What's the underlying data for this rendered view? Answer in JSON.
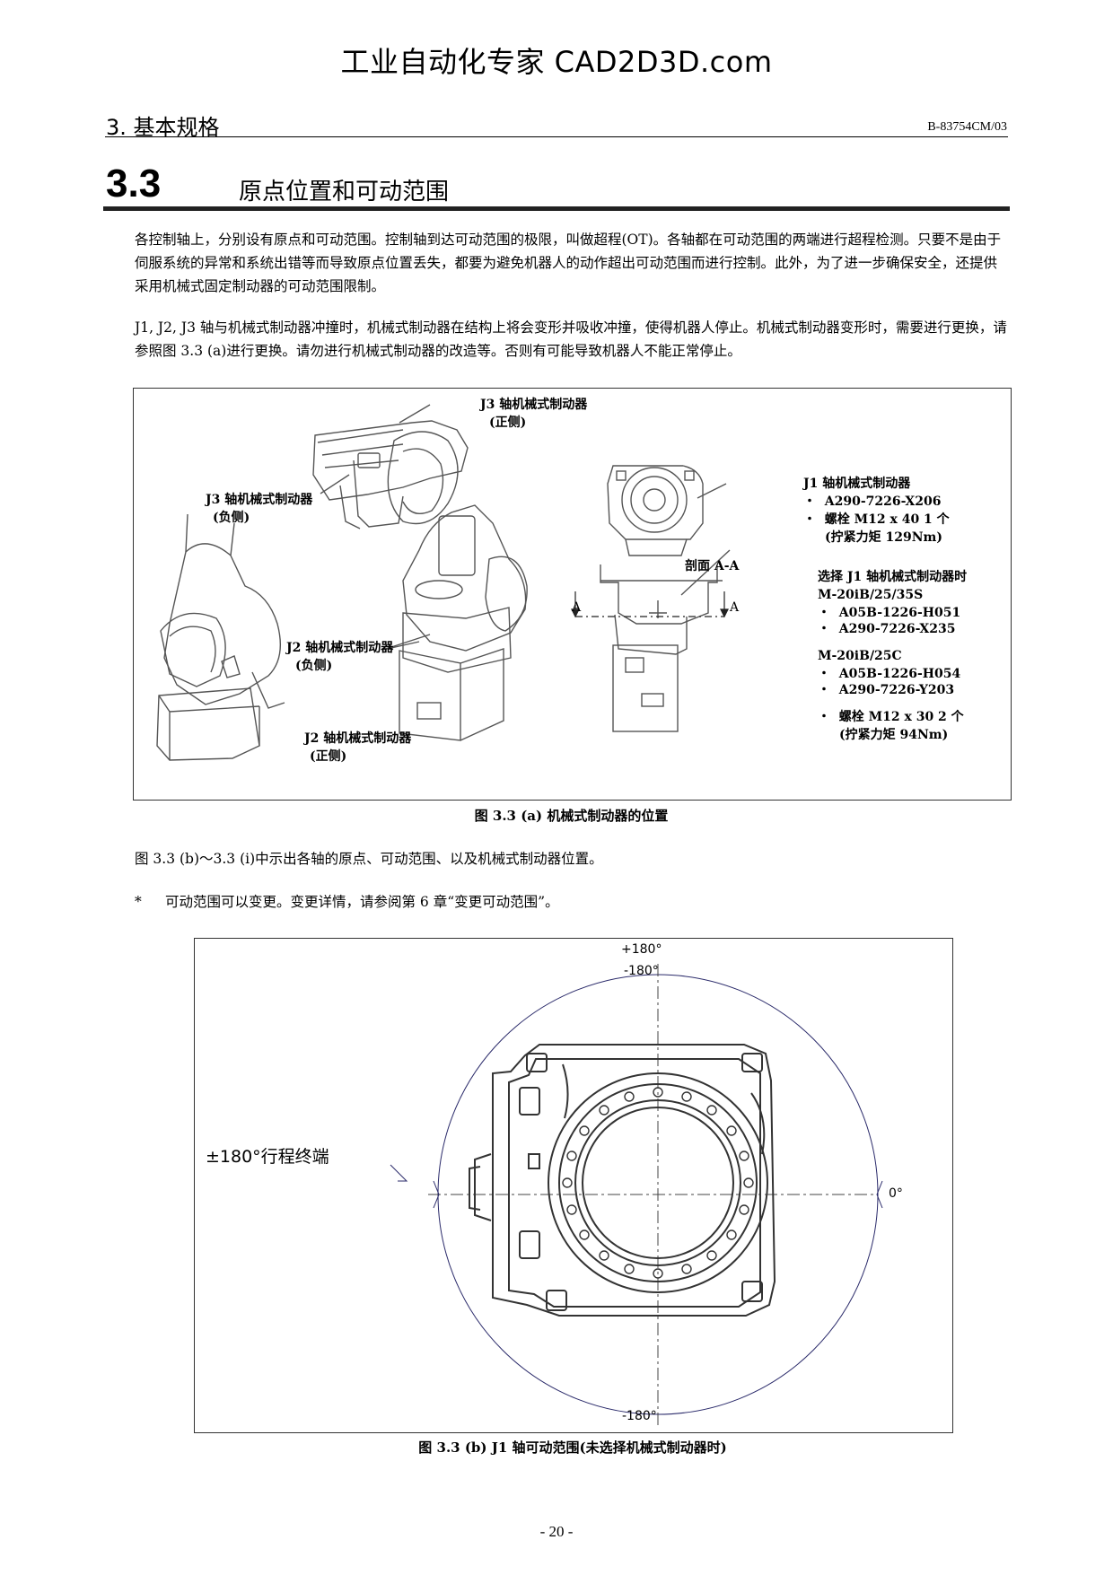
{
  "watermark": "工业自动化专家 CAD2D3D.com",
  "header": {
    "chapter": "3. 基本规格",
    "doc_no": "B-83754CM/03"
  },
  "section": {
    "number": "3.3",
    "title": "原点位置和可动范围"
  },
  "paragraphs": {
    "p1": "各控制轴上，分别设有原点和可动范围。控制轴到达可动范围的极限，叫做超程(OT)。各轴都在可动范围的两端进行超程检测。只要不是由于伺服系统的异常和系统出错等而导致原点位置丢失，都要为避免机器人的动作超出可动范围而进行控制。此外，为了进一步确保安全，还提供采用机械式固定制动器的可动范围限制。",
    "p2": "J1, J2, J3 轴与机械式制动器冲撞时，机械式制动器在结构上将会变形并吸收冲撞，使得机器人停止。机械式制动器变形时，需要进行更换，请参照图 3.3 (a)进行更换。请勿进行机械式制动器的改造等。否则有可能导致机器人不能正常停止。",
    "p3": "图 3.3 (b)～3.3 (i)中示出各轴的原点、可动范围、以及机械式制动器位置。",
    "note_mark": "*",
    "note": "可动范围可以变更。变更详情，请参阅第 6 章“变更可动范围”。"
  },
  "figure_a": {
    "caption": "图 3.3 (a)  机械式制动器的位置",
    "j3_pos": "J3 轴机械式制动器",
    "j3_pos_side": "(正侧)",
    "j3_neg": "J3 轴机械式制动器",
    "j3_neg_side": "(负侧)",
    "j2_neg": "J2 轴机械式制动器",
    "j2_neg_side": "(负侧)",
    "j2_pos": "J2 轴机械式制动器",
    "j2_pos_side": "(正侧)",
    "j1_title": "J1 轴机械式制动器",
    "j1_part": "A290-7226-X206",
    "j1_bolt": "螺栓  M12 x 40 1 个",
    "j1_torque": "(拧紧力矩  129Nm)",
    "section_label": "剖面 A-A",
    "opt_title": "选择 J1 轴机械式制动器时",
    "opt_model1": "M-20iB/25/35S",
    "opt_m1_part1": "A05B-1226-H051",
    "opt_m1_part2": "A290-7226-X235",
    "opt_model2": "M-20iB/25C",
    "opt_m2_part1": "A05B-1226-H054",
    "opt_m2_part2": "A290-7226-Y203",
    "opt_bolt": "螺栓  M12 x 30    2 个",
    "opt_torque": "(拧紧力矩  94Nm)",
    "section_mark_left": "A",
    "section_mark_right": "A",
    "bullet": "・"
  },
  "figure_b": {
    "caption": "图 3.3 (b) J1 轴可动范围(未选择机械式制动器时)",
    "top_label": "+180°",
    "bottom_label": "-180°",
    "inner_top_label": "-180°",
    "zero_label": "0°",
    "stroke_end": "±180°行程终端"
  },
  "page_number": "- 20 -"
}
